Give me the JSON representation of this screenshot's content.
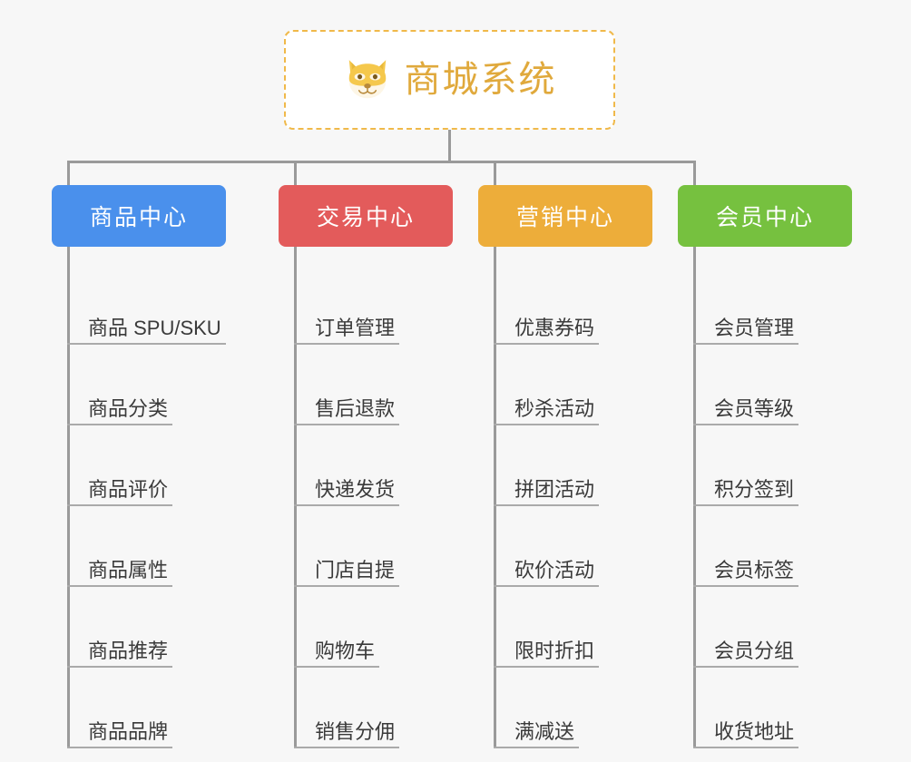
{
  "diagram": {
    "type": "org-chart",
    "background_color": "#f7f7f7",
    "root": {
      "title": "商城系统",
      "icon": "shiba-dog-face-emoji",
      "text_color": "#e0a93c",
      "border_color": "#f0b94a"
    },
    "connector_color": "#9a9a9a",
    "rule_color": "#aaaaaa",
    "branches": [
      {
        "title": "商品中心",
        "color": "#4a90ec",
        "leaves": [
          "商品 SPU/SKU",
          "商品分类",
          "商品评价",
          "商品属性",
          "商品推荐",
          "商品品牌"
        ]
      },
      {
        "title": "交易中心",
        "color": "#e35b5b",
        "leaves": [
          "订单管理",
          "售后退款",
          "快递发货",
          "门店自提",
          "购物车",
          "销售分佣"
        ]
      },
      {
        "title": "营销中心",
        "color": "#edad3a",
        "leaves": [
          "优惠券码",
          "秒杀活动",
          "拼团活动",
          "砍价活动",
          "限时折扣",
          "满减送"
        ]
      },
      {
        "title": "会员中心",
        "color": "#76c13f",
        "leaves": [
          "会员管理",
          "会员等级",
          "积分签到",
          "会员标签",
          "会员分组",
          "收货地址"
        ]
      }
    ]
  }
}
